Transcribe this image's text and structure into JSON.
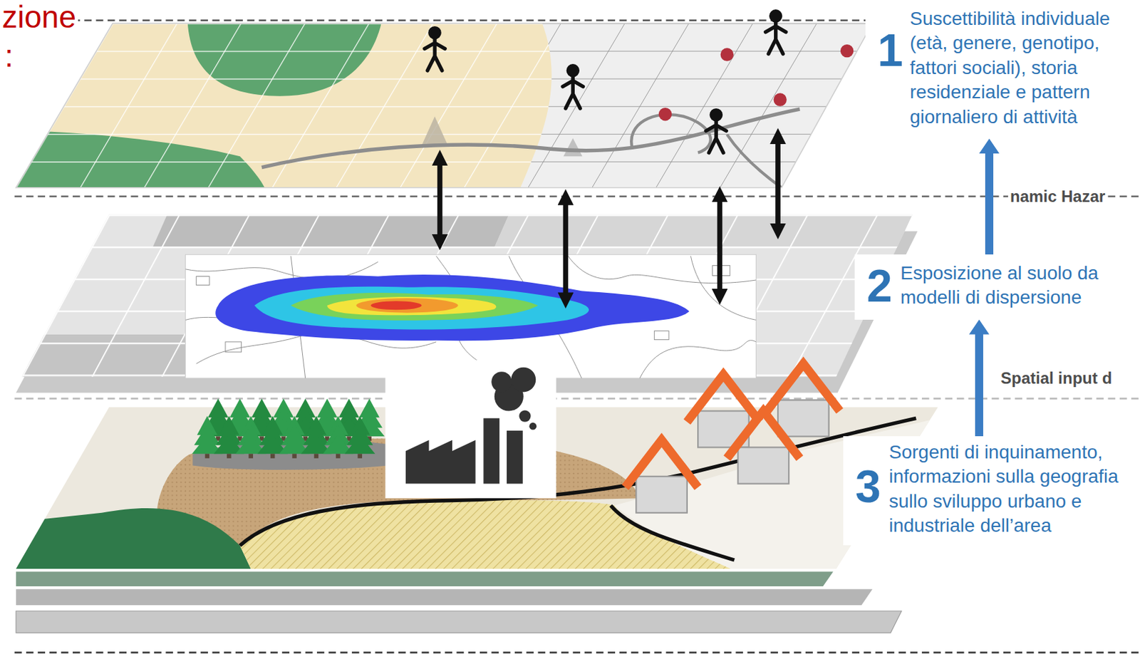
{
  "diagram": {
    "nodes": [
      {
        "text": [
          "1",
          "Suscettibilità individuale (età, genere, genotipo, fattori sociali), storia residenziale e pattern giornaliero di attività"
        ]
      },
      {
        "text": [
          "2",
          "Esposizione al suolo da modelli di dispersione"
        ]
      },
      {
        "text": [
          "3",
          "Sorgenti di inquinamento, informazioni sulla geografia sullo sviluppo urbano e industriale dell’area"
        ]
      }
    ],
    "edges": [
      {
        "from": 2,
        "to": 1,
        "arrow": "to"
      },
      {
        "from": 1,
        "to": 0,
        "arrow": "to"
      }
    ],
    "labels": [
      "zione",
      ":",
      "namic Hazar",
      "Spatial input d"
    ]
  }
}
